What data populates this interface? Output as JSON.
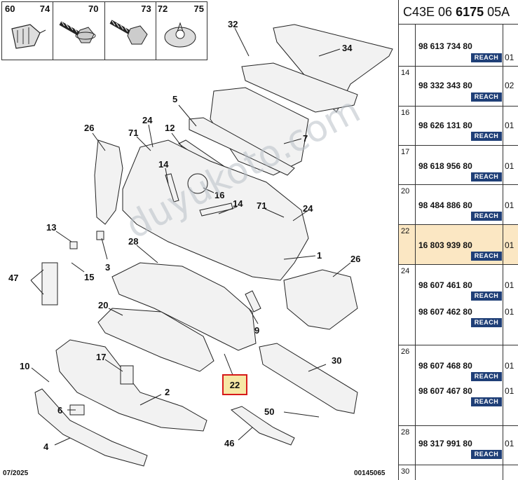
{
  "diagram": {
    "thumbs": [
      {
        "label": "60"
      },
      {
        "label": "74"
      },
      {
        "label": "70"
      },
      {
        "label": "73"
      },
      {
        "label": "72"
      },
      {
        "label": "75"
      }
    ],
    "callouts": [
      "32",
      "34",
      "5",
      "7",
      "26",
      "71",
      "24",
      "12",
      "14",
      "16",
      "14",
      "71",
      "24",
      "13",
      "1",
      "28",
      "3",
      "26",
      "47",
      "15",
      "20",
      "9",
      "17",
      "30",
      "22",
      "10",
      "2",
      "6",
      "50",
      "46",
      "4"
    ],
    "selected_callout": "22",
    "footer_left": "07/2025",
    "footer_right": "00145065",
    "watermark": "duyukoto.com"
  },
  "catalog": {
    "header_pre": "C43E 06 ",
    "header_bold": "6175",
    "header_post": " 05A",
    "reach_label": "REACH",
    "rows": [
      {
        "num": "",
        "parts": [
          {
            "part": "98 613 734 80",
            "qty": "01"
          }
        ]
      },
      {
        "num": "14",
        "parts": [
          {
            "part": "98 332 343 80",
            "qty": "02"
          }
        ]
      },
      {
        "num": "16",
        "parts": [
          {
            "part": "98 626 131 80",
            "qty": "01"
          }
        ]
      },
      {
        "num": "17",
        "parts": [
          {
            "part": "98 618 956 80",
            "qty": "01"
          }
        ]
      },
      {
        "num": "20",
        "parts": [
          {
            "part": "98 484 886 80",
            "qty": "01"
          }
        ]
      },
      {
        "num": "22",
        "parts": [
          {
            "part": "16 803 939 80",
            "qty": "01"
          }
        ]
      },
      {
        "num": "24",
        "parts": [
          {
            "part": "98 607 461 80",
            "qty": "01"
          },
          {
            "part": "98 607 462 80",
            "qty": "01"
          }
        ]
      },
      {
        "num": "26",
        "parts": [
          {
            "part": "98 607 468 80",
            "qty": "01"
          },
          {
            "part": "98 607 467 80",
            "qty": "01"
          }
        ]
      },
      {
        "num": "28",
        "parts": [
          {
            "part": "98 317 991 80",
            "qty": "01"
          }
        ]
      },
      {
        "num": "30",
        "parts": []
      }
    ]
  },
  "colors": {
    "highlight_border": "#d61a1a",
    "highlight_fill": "#f6e7a5",
    "reach_bg": "#1f3f77",
    "selected_row": "#fbe7c3"
  }
}
